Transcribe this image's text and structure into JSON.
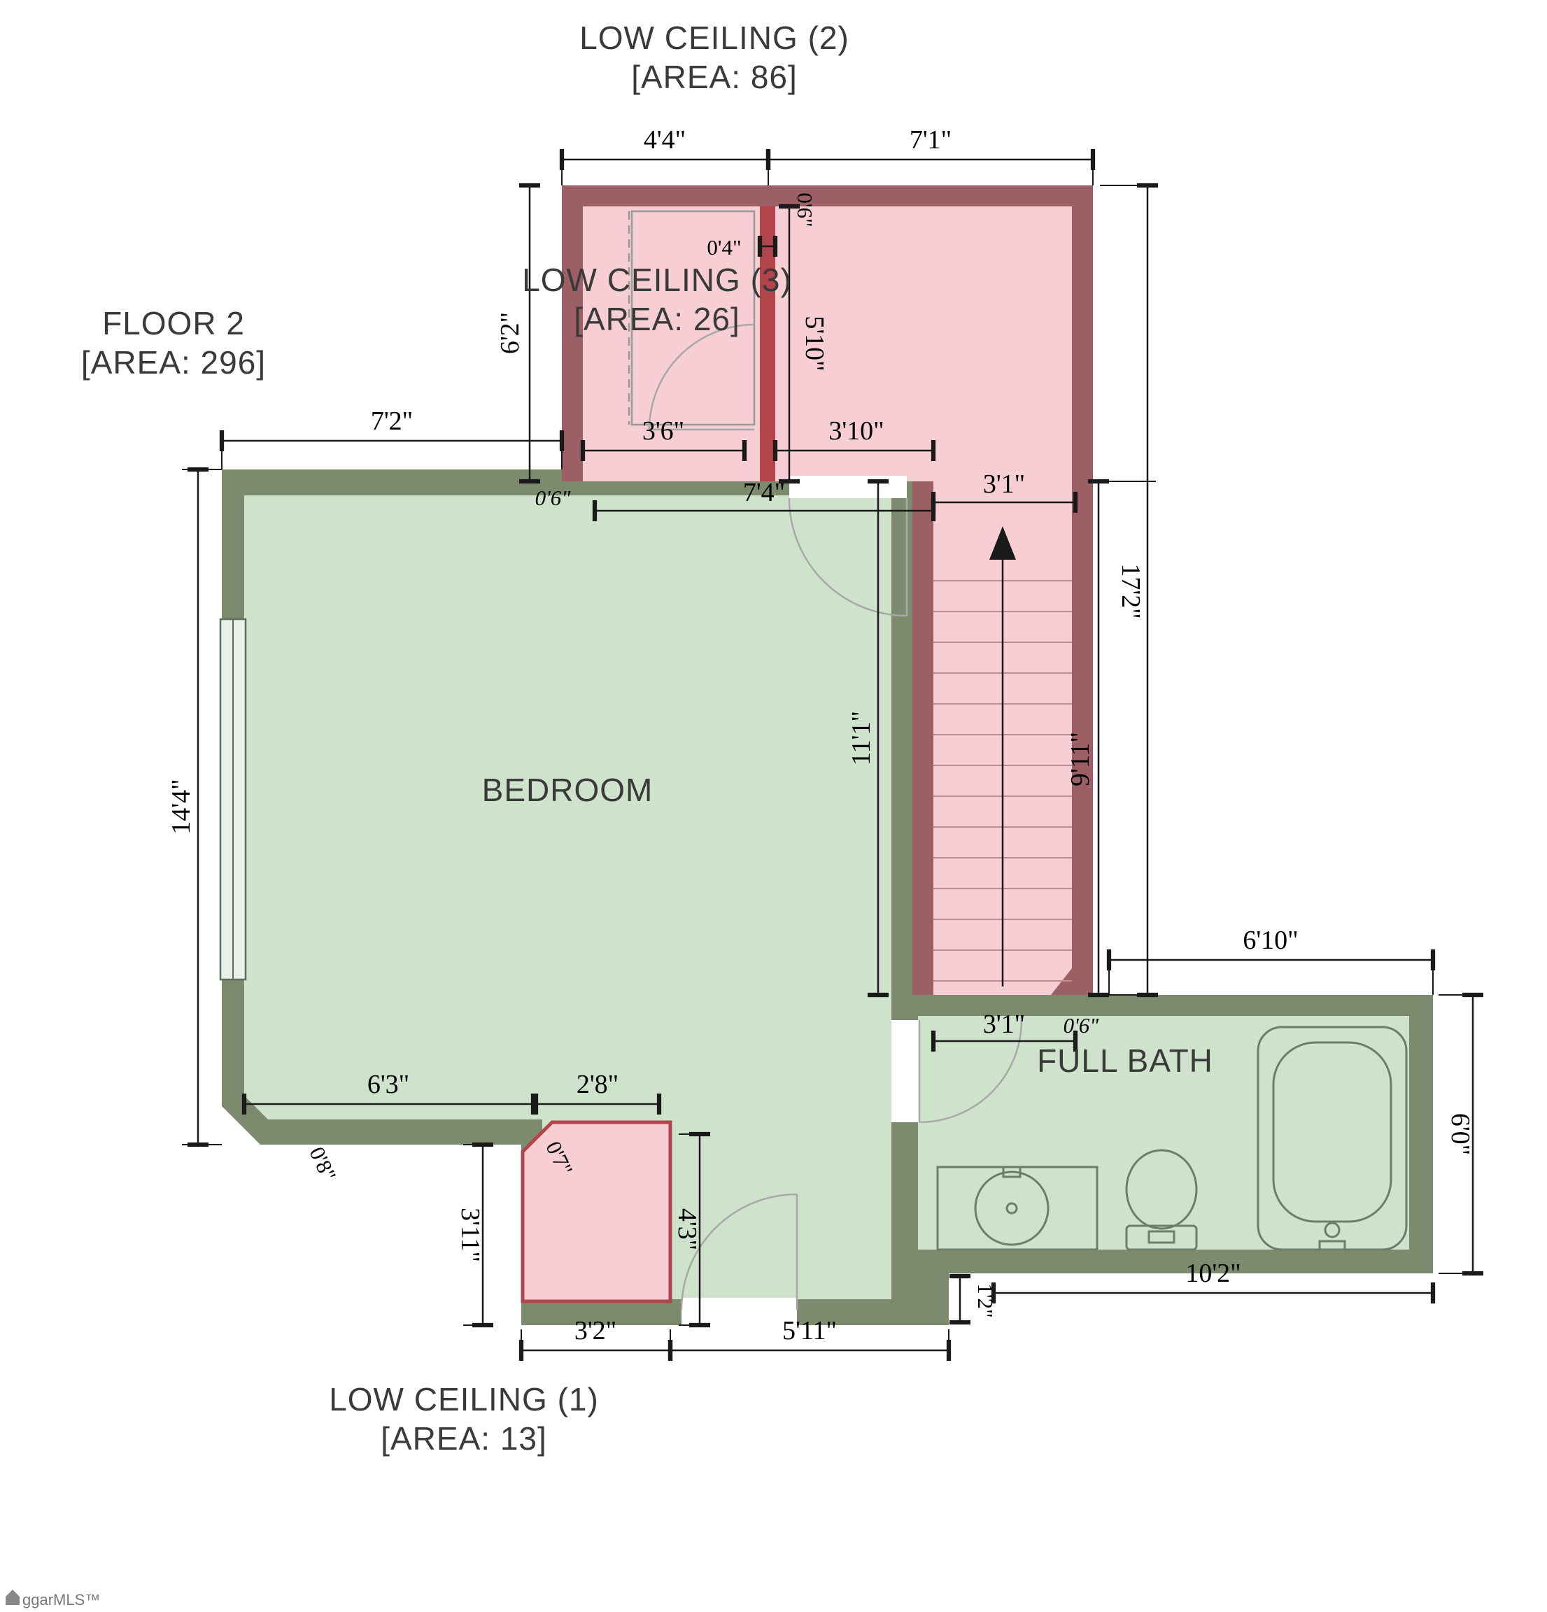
{
  "floor": {
    "name": "FLOOR 2",
    "area": "[AREA: 296]"
  },
  "rooms": {
    "bedroom": {
      "label": "BEDROOM"
    },
    "full_bath": {
      "label": "FULL BATH"
    },
    "low_ceiling_1": {
      "label": "LOW CEILING (1)",
      "area": "[AREA: 13]"
    },
    "low_ceiling_2": {
      "label": "LOW CEILING (2)",
      "area": "[AREA: 86]"
    },
    "low_ceiling_3": {
      "label": "LOW CEILING (3)",
      "area": "[AREA: 26]"
    }
  },
  "dims": {
    "d44": "4'4\"",
    "d71": "7'1\"",
    "d06a": "0'6\"",
    "d04": "0'4\"",
    "d62": "6'2\"",
    "d510": "5'10\"",
    "d72": "7'2\"",
    "d36": "3'6\"",
    "d310": "3'10\"",
    "d06b": "0'6\"",
    "d74": "7'4\"",
    "d31a": "3'1\"",
    "d172": "17'2\"",
    "d111": "11'1\"",
    "d911": "9'11\"",
    "d144": "14'4\"",
    "d610": "6'10\"",
    "d31b": "3'1\"",
    "d06c": "0'6\"",
    "d60": "6'0\"",
    "d63": "6'3\"",
    "d28": "2'8\"",
    "d08": "0'8\"",
    "d07": "0'7\"",
    "d311": "3'11\"",
    "d43": "4'3\"",
    "d12": "1'2\"",
    "d102": "10'2\"",
    "d32": "3'2\"",
    "d511": "5'11\""
  },
  "watermark": "ggarMLS™",
  "colors": {
    "wall_green": "#7c8a6e",
    "room_green": "#cfe3cc",
    "wall_red": "#9c5f66",
    "room_pink": "#f6ced3",
    "accent_red": "#b2444c"
  }
}
